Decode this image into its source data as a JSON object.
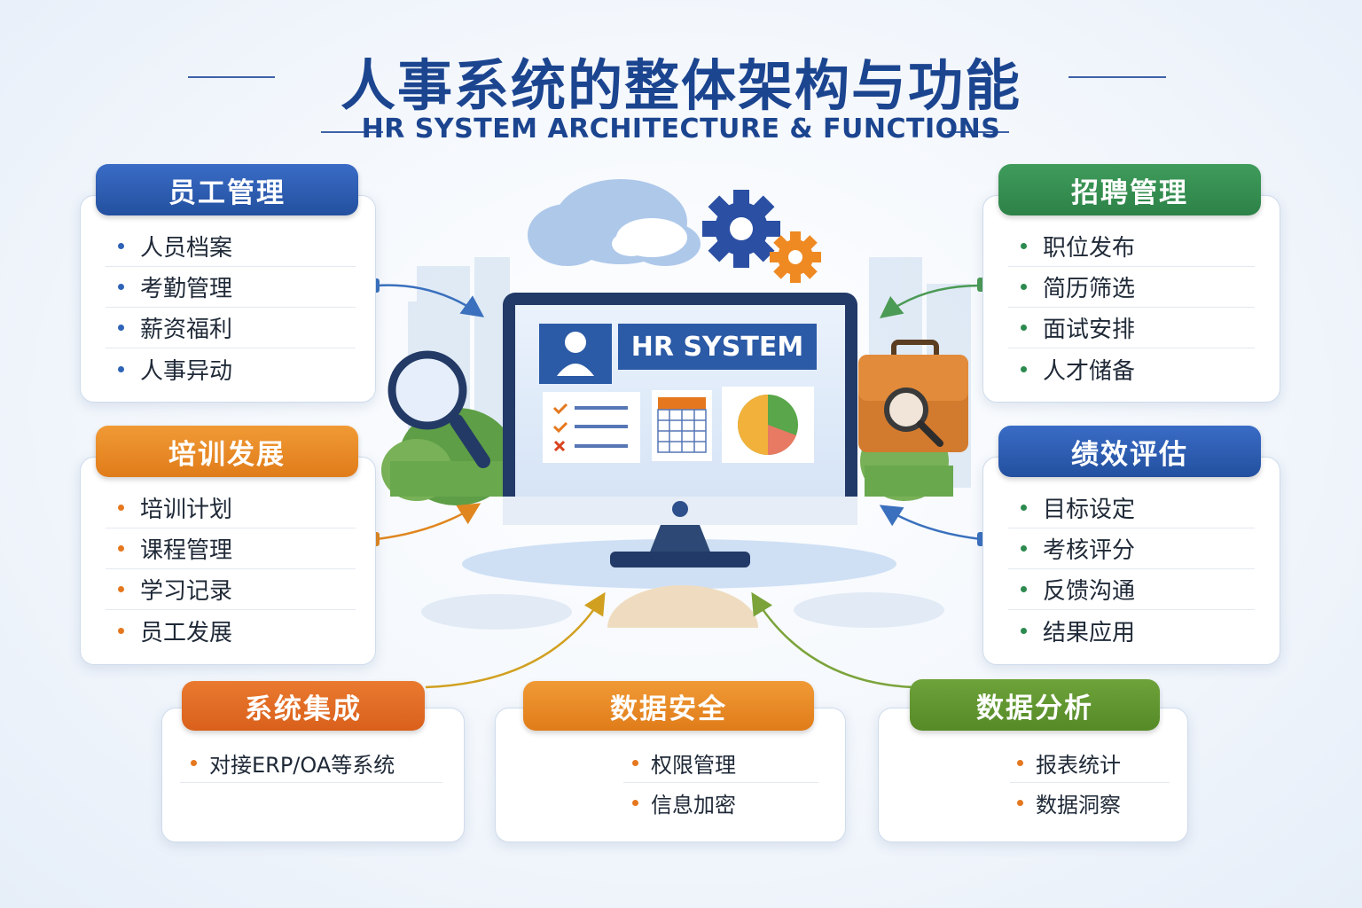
{
  "title": "人事系统的整体架构与功能",
  "subtitle": "HR SYSTEM ARCHITECTURE & FUNCTIONS",
  "center": {
    "monitor_label": "HR SYSTEM"
  },
  "modules": {
    "employee_mgmt": {
      "title": "员工管理",
      "items": [
        "人员档案",
        "考勤管理",
        "薪资福利",
        "人事异动"
      ]
    },
    "recruit_mgmt": {
      "title": "招聘管理",
      "items": [
        "职位发布",
        "简历筛选",
        "面试安排",
        "人才储备"
      ]
    },
    "training": {
      "title": "培训发展",
      "items": [
        "培训计划",
        "课程管理",
        "学习记录",
        "员工发展"
      ]
    },
    "performance": {
      "title": "绩效评估",
      "items": [
        "目标设定",
        "考核评分",
        "反馈沟通",
        "结果应用"
      ]
    },
    "integration": {
      "title": "系统集成",
      "items": [
        "对接ERP/OA等系统"
      ]
    },
    "security": {
      "title": "数据安全",
      "items": [
        "权限管理",
        "信息加密"
      ]
    },
    "analytics": {
      "title": "数据分析",
      "items": [
        "报表统计",
        "数据洞察"
      ]
    }
  },
  "colors": {
    "title": "#1c4590",
    "blue": "#2a5ab0",
    "green": "#2f8a4f",
    "orange": "#e8861f",
    "red_orange": "#df6a22",
    "lime": "#5f962e"
  },
  "icons": [
    "cloud-icon",
    "gear-icon",
    "magnifier-icon",
    "briefcase-icon",
    "user-icon",
    "checklist-icon",
    "calendar-icon",
    "pie-chart-icon",
    "shield-lock-icon",
    "laptop-chart-icon"
  ]
}
